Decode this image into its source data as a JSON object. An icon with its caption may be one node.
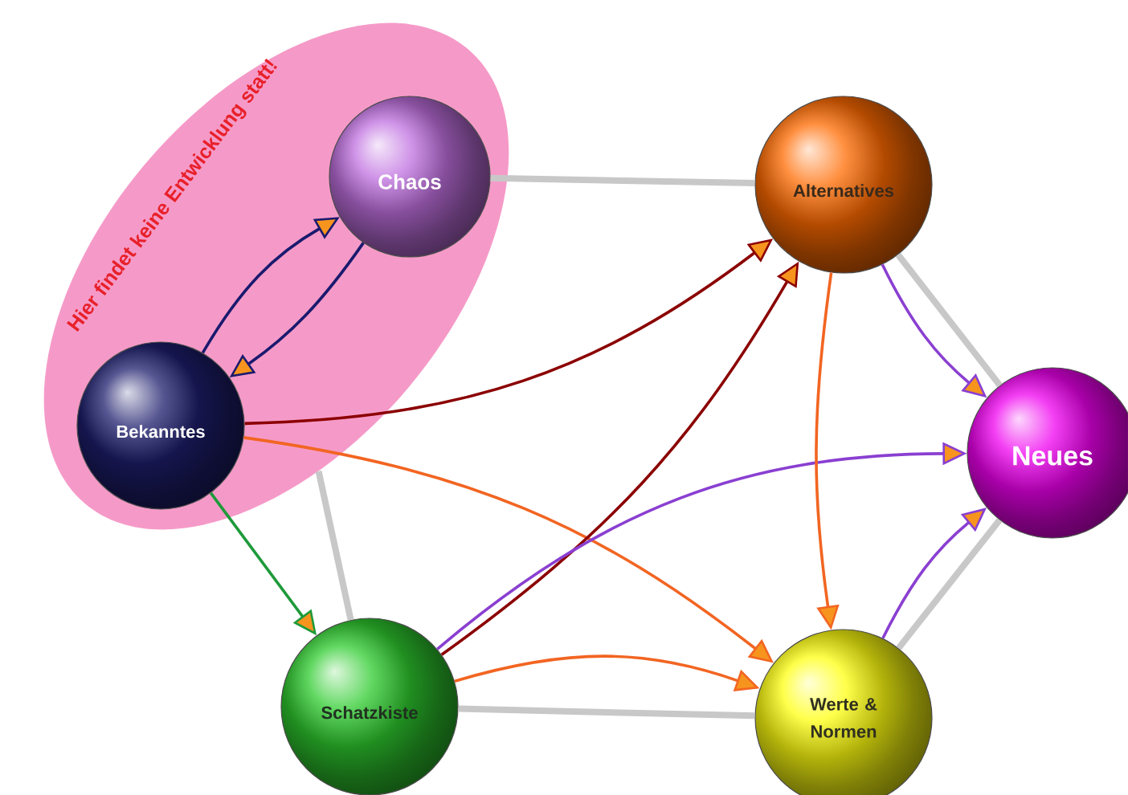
{
  "diagram": {
    "nodes": [
      {
        "text": [
          "Hier findet keine Entwicklung statt!"
        ]
      },
      {
        "text": [
          "Chaos"
        ],
        "in": 0
      },
      {
        "text": [
          "Bekanntes"
        ],
        "in": 0
      },
      {
        "text": [
          "Alternatives"
        ]
      },
      {
        "text": [
          "Neues"
        ]
      },
      {
        "text": [
          "Schatzkiste"
        ]
      },
      {
        "text": [
          "Werte & Normen"
        ]
      }
    ],
    "edges": [
      {
        "from": 1,
        "to": 3,
        "arrow": "none",
        "style": "thick",
        "color": "#c8c8c8"
      },
      {
        "from": 3,
        "to": 4,
        "arrow": "none",
        "style": "thick",
        "color": "#c8c8c8"
      },
      {
        "from": 4,
        "to": 6,
        "arrow": "none",
        "style": "thick",
        "color": "#c8c8c8"
      },
      {
        "from": 6,
        "to": 5,
        "arrow": "none",
        "style": "thick",
        "color": "#c8c8c8"
      },
      {
        "from": 5,
        "to": 0,
        "arrow": "none",
        "style": "thick",
        "color": "#c8c8c8"
      },
      {
        "from": 2,
        "to": 1,
        "arrow": "to",
        "color": "#1a1a6e"
      },
      {
        "from": 1,
        "to": 2,
        "arrow": "to",
        "color": "#1a1a6e"
      },
      {
        "from": 2,
        "to": 3,
        "arrow": "to",
        "color": "#8b0000"
      },
      {
        "from": 2,
        "to": 6,
        "arrow": "to",
        "color": "#f26522"
      },
      {
        "from": 2,
        "to": 5,
        "arrow": "to",
        "color": "#1e9a3a"
      },
      {
        "from": 5,
        "to": 3,
        "arrow": "to",
        "color": "#8b0000"
      },
      {
        "from": 5,
        "to": 4,
        "arrow": "to",
        "color": "#8a3fd1"
      },
      {
        "from": 5,
        "to": 6,
        "arrow": "to",
        "color": "#f26522"
      },
      {
        "from": 3,
        "to": 4,
        "arrow": "to",
        "color": "#8a3fd1"
      },
      {
        "from": 3,
        "to": 6,
        "arrow": "to",
        "color": "#f26522"
      },
      {
        "from": 6,
        "to": 4,
        "arrow": "to",
        "color": "#8a3fd1"
      }
    ]
  }
}
